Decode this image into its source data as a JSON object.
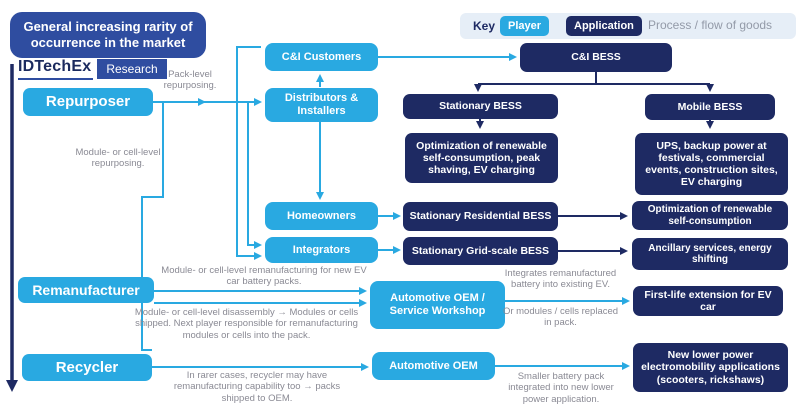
{
  "colors": {
    "player_blue": "#29A9E1",
    "application_navy": "#1E2A63",
    "accent_blue": "#2F4DA0",
    "note_gray": "#8A8A94",
    "key_background": "#E6EEF7"
  },
  "header": {
    "title": "General increasing rarity of occurrence in the market",
    "brand": "IDTechEx",
    "brand_sub": "Research"
  },
  "legend": {
    "key_label": "Key",
    "player_label": "Player",
    "application_label": "Application",
    "process_label": "Process / flow of goods"
  },
  "players": {
    "repurposer": "Repurposer",
    "remanufacturer": "Remanufacturer",
    "recycler": "Recycler",
    "ci_customers": "C&I Customers",
    "distributors_installers": "Distributors & Installers",
    "homeowners": "Homeowners",
    "integrators": "Integrators",
    "automotive_oem_service_workshop": "Automotive OEM / Service Workshop",
    "automotive_oem": "Automotive OEM"
  },
  "applications": {
    "ci_bess": "C&I BESS",
    "stationary_bess": "Stationary BESS",
    "mobile_bess": "Mobile BESS",
    "optimization_peak": "Optimization of renewable self-consumption, peak shaving, EV charging",
    "ups_backup": "UPS, backup power at festivals, commercial events, construction sites, EV charging",
    "stationary_residential_bess": "Stationary Residential BESS",
    "optimization_self": "Optimization of renewable self-consumption",
    "stationary_gridscale_bess": "Stationary Grid-scale BESS",
    "ancillary": "Ancillary services, energy shifting",
    "first_life": "First-life extension for EV car",
    "new_lower_power": "New lower power electromobility applications (scooters, rickshaws)"
  },
  "notes": {
    "pack_level": "Pack-level repurposing.",
    "module_repurposing": "Module- or cell-level repurposing.",
    "module_remanufacturing": "Module- or cell-level remanufacturing for new EV car battery packs.",
    "module_disassembly": "Module- or cell-level disassembly → Modules or cells shipped. Next player responsible for remanufacturing modules or cells into the pack.",
    "rarer_cases": "In rarer cases, recycler may have remanufacturing capability too → packs shipped to OEM.",
    "integrates": "Integrates remanufactured battery into existing EV.",
    "or_modules": "Or modules / cells replaced in pack.",
    "smaller_pack": "Smaller battery pack integrated into new lower power application."
  }
}
